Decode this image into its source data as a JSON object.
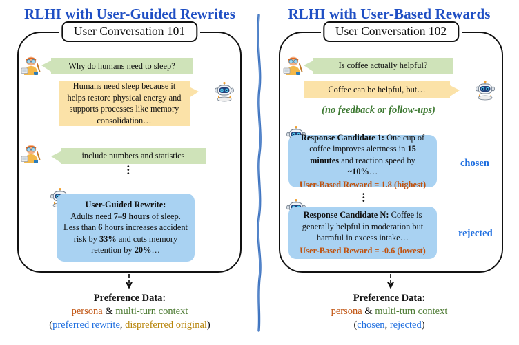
{
  "left": {
    "title": "RLHI with User-Guided Rewrites",
    "conversation_tab": "User Conversation 101",
    "messages": [
      {
        "role": "user",
        "style": "green",
        "text": "Why do humans need to sleep?"
      },
      {
        "role": "assistant",
        "style": "yellow",
        "text": "Humans need sleep because it helps restore physical energy and supports processes like memory consolidation…"
      },
      {
        "role": "user",
        "style": "green",
        "text": "include numbers and statistics"
      }
    ],
    "rewrite": {
      "label": "User-Guided Rewrite:",
      "line1_a": "Adults need ",
      "line1_b": "7–9 hours",
      "line1_c": " of sleep.",
      "line2_a": "Less than ",
      "line2_b": "6",
      "line2_c": " hours increases",
      "line3_a": "accident risk by ",
      "line3_b": "33%",
      "line3_c": " and cuts",
      "line4_a": "memory retention by ",
      "line4_b": "20%",
      "line4_c": "…"
    },
    "ellipsis": "⋮",
    "preference": {
      "header": "Preference Data:",
      "persona": "persona",
      "amp": " & ",
      "context": "multi-turn context",
      "open_paren": "(",
      "first": "preferred rewrite",
      "comma": ", ",
      "second": "dispreferred original",
      "close_paren": ")"
    }
  },
  "right": {
    "title": "RLHI with User-Based Rewards",
    "conversation_tab": "User Conversation 102",
    "messages": [
      {
        "role": "user",
        "style": "green",
        "text": "Is coffee actually helpful?"
      },
      {
        "role": "assistant",
        "style": "yellow",
        "text": "Coffee can be helpful, but…"
      }
    ],
    "no_feedback_note": "(no feedback or follow-ups)",
    "candidates": [
      {
        "label": "Response Candidate 1:",
        "body_a": " One cup of coffee improves alertness in ",
        "body_b": "15 minutes",
        "body_c": " and reaction speed by ",
        "body_d": "~10%",
        "body_e": "…",
        "reward": "User-Based Reward = 1.8 (highest)",
        "verdict": "chosen"
      },
      {
        "label": "Response Candidate N:",
        "body_a": " Coffee is generally helpful in moderation but harmful in excess intake…",
        "body_b": "",
        "body_c": "",
        "body_d": "",
        "body_e": "",
        "reward": "User-Based Reward = -0.6 (lowest)",
        "verdict": "rejected"
      }
    ],
    "ellipsis": "⋮",
    "preference": {
      "header": "Preference Data:",
      "persona": "persona",
      "amp": " & ",
      "context": "multi-turn context",
      "open_paren": "(",
      "first": "chosen",
      "comma": ", ",
      "second": "rejected",
      "close_paren": ")"
    }
  },
  "colors": {
    "title_blue": "#1F4FC4",
    "user_bubble_green": "#CFE3B9",
    "assistant_bubble_yellow": "#FBE2A8",
    "candidate_bubble_blue": "#A9D2F2",
    "reward_orange": "#C0520E",
    "verdict_blue": "#1F6FE0",
    "context_green": "#4D7B33",
    "dispreferred_gold": "#B8860B",
    "divider_blue": "#3F74C0"
  },
  "icons": {
    "user": "user-avatar-icon",
    "assistant": "robot-avatar-icon",
    "divider": "wavy-divider"
  }
}
